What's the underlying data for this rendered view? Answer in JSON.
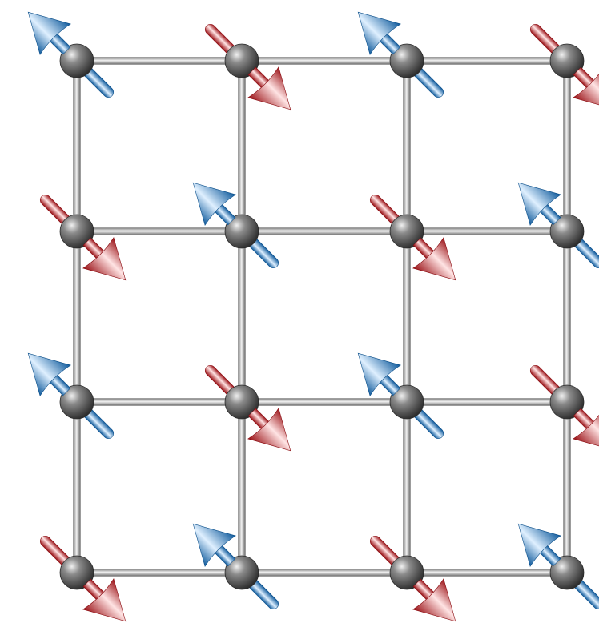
{
  "lattice": {
    "rows": 4,
    "cols": 4,
    "spins": [
      [
        "up",
        "down",
        "up",
        "down"
      ],
      [
        "down",
        "up",
        "down",
        "up"
      ],
      [
        "up",
        "down",
        "up",
        "down"
      ],
      [
        "down",
        "up",
        "down",
        "up"
      ]
    ]
  },
  "colors": {
    "spin_up": "#1a6fb5",
    "spin_up_highlight": "#e6f2ff",
    "spin_down": "#b5161b",
    "spin_down_highlight": "#ffe6e6",
    "atom": "#555555",
    "atom_highlight": "#e8e8e8",
    "bond": "#9a9a9a",
    "bond_highlight": "#f2f2f2"
  }
}
